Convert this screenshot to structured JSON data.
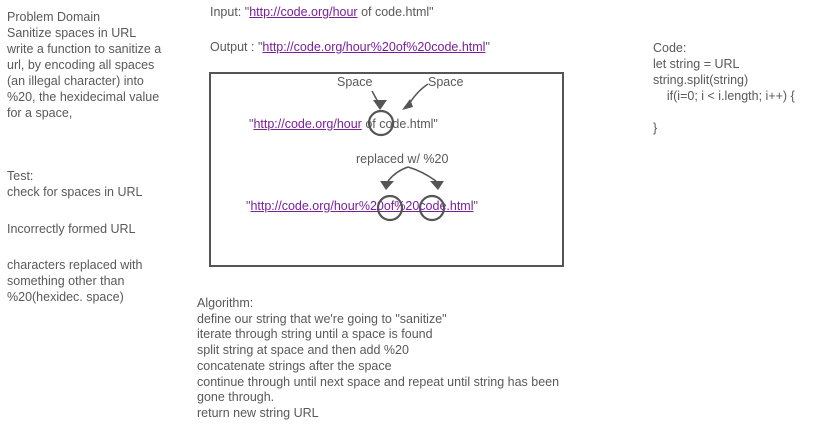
{
  "left_panel": {
    "problem_domain": {
      "heading": "Problem Domain",
      "lines": [
        "Sanitize spaces in URL",
        "write a function to sanitize a",
        "url, by encoding all spaces",
        "(an illegal character) into",
        "%20, the hexidecimal value",
        "for a space,"
      ]
    },
    "test": {
      "heading": "Test:",
      "items": [
        "check for spaces in URL",
        "Incorrectly formed URL"
      ],
      "last_item_lines": [
        "characters replaced with",
        "something other than",
        "%20(hexidec. space)"
      ]
    }
  },
  "input": {
    "prefix": "Input: \"",
    "link": "http://code.org/hour",
    "suffix": " of code.html\""
  },
  "output": {
    "prefix": "Output : \"",
    "link": "http://code.org/hour%20of%20code.html",
    "suffix": "\""
  },
  "diagram": {
    "label_space_left": "Space",
    "label_space_right": "Space",
    "before": {
      "prefix": "\"",
      "link": "http://code.org/hour",
      "suffix": " of code.html\""
    },
    "replaced_label": "replaced w/ %20",
    "after": {
      "prefix": "\"",
      "link": "http://code.org/hour%20of%20code.html",
      "suffix": "\""
    }
  },
  "code": {
    "lines": [
      "Code:",
      "let string = URL",
      "string.split(string)",
      "    if(i=0; i < i.length; i++) {",
      "",
      "}"
    ]
  },
  "algorithm": {
    "heading": "Algorithm:",
    "lines": [
      "define our string that we're going to \"sanitize\"",
      "iterate through string until a space is found",
      "split string at space and then  add %20",
      "concatenate strings after the space",
      "continue through until next space and repeat until string has been",
      "gone through.",
      "return new string URL"
    ]
  },
  "colors": {
    "text": "#595959",
    "link": "#7a1f9c",
    "annotation": "#555555",
    "background": "#ffffff"
  }
}
